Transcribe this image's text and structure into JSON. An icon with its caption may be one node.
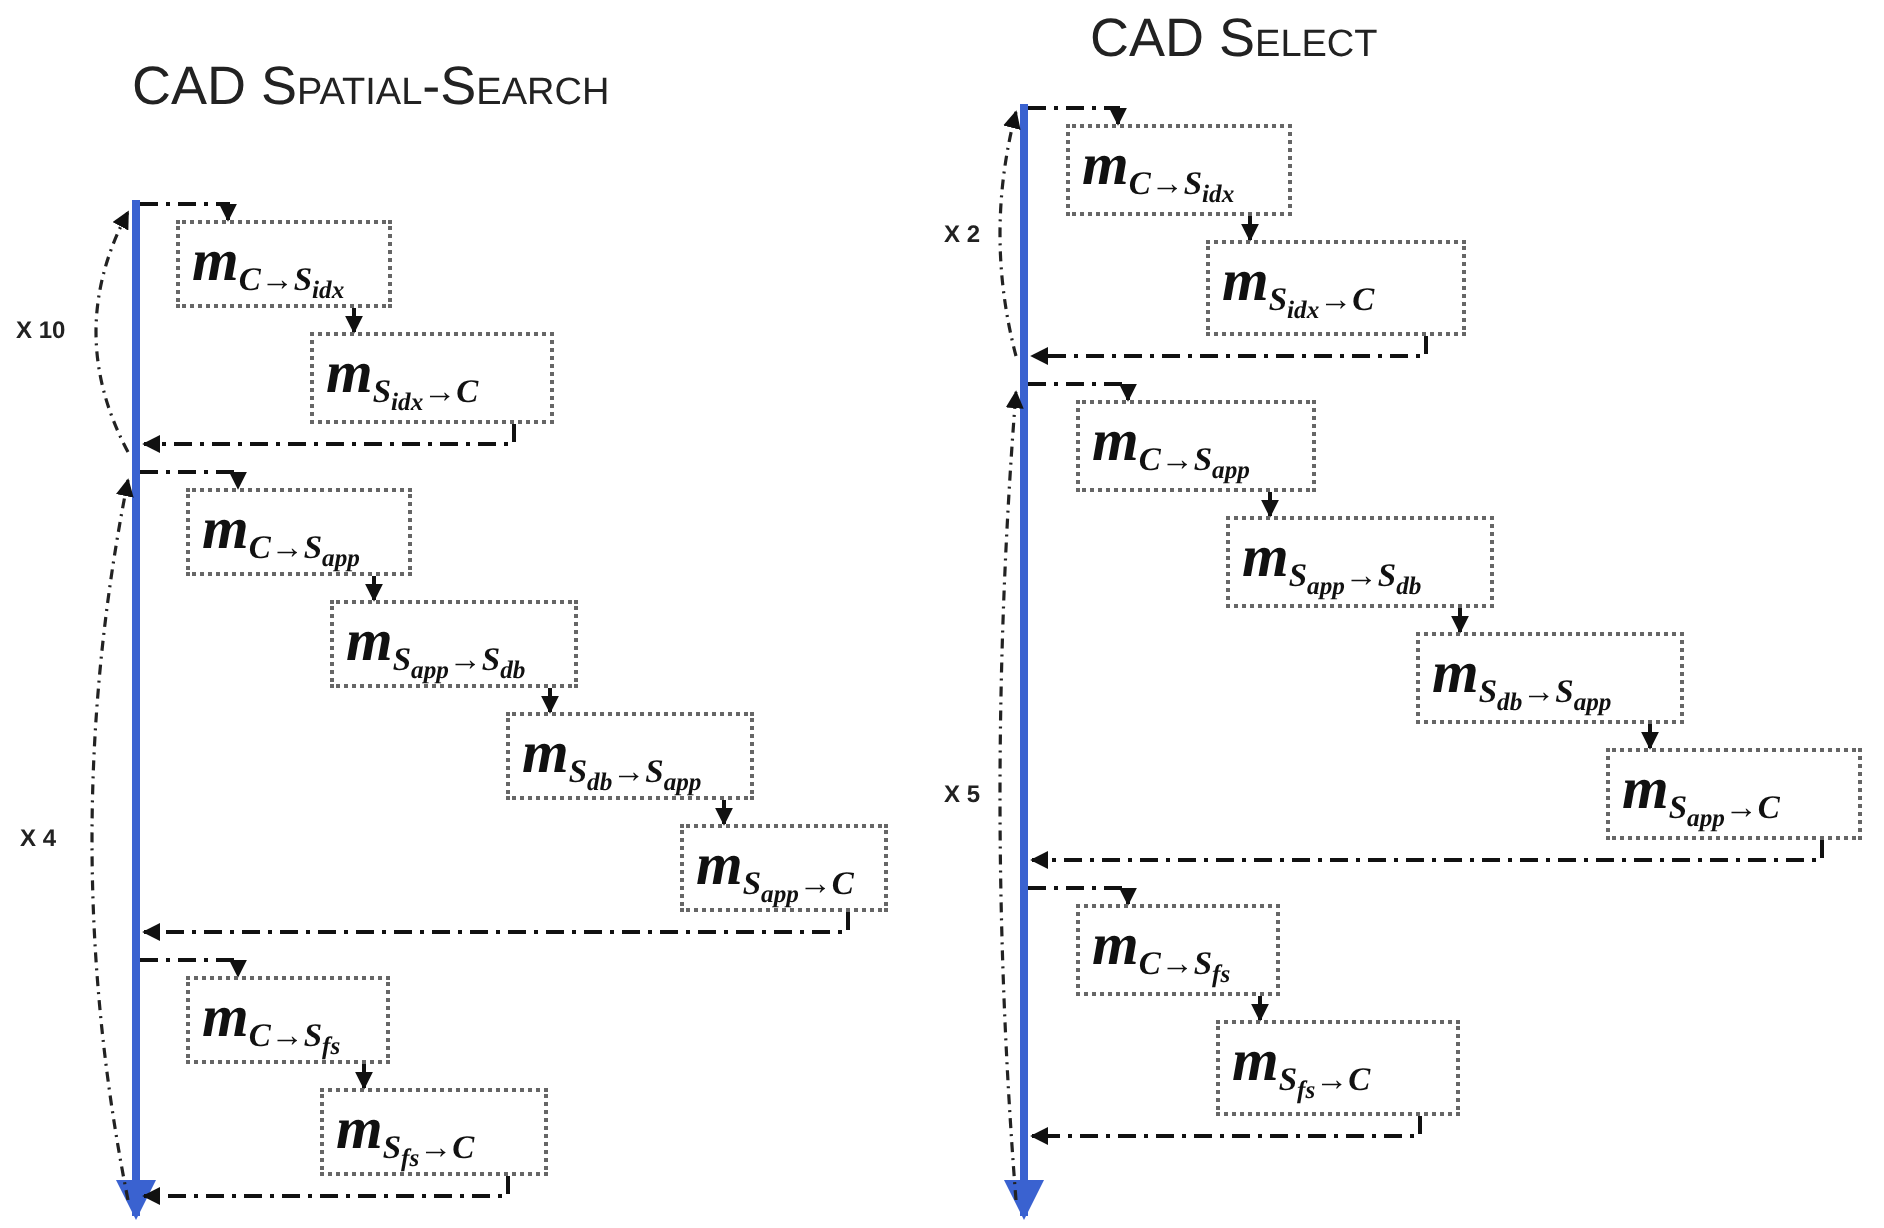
{
  "diagram": {
    "nodes": [
      {
        "text": [
          "m$_{C→S}$$_{idx}$"
        ]
      },
      {
        "text": [
          "m$_{S}$$_{idx}$$_{→C}$"
        ]
      },
      {
        "text": [
          "m$_{C→S}$$_{app}$"
        ]
      },
      {
        "text": [
          "m$_{S}$$_{app}$$_{→S}$$_{db}$"
        ]
      },
      {
        "text": [
          "m$_{S}$$_{db}$$_{→S}$$_{app}$"
        ]
      },
      {
        "text": [
          "m$_{S}$$_{app}$$_{→C}$"
        ]
      },
      {
        "text": [
          "m$_{C→S}$$_{fs}$"
        ]
      },
      {
        "text": [
          "m$_{S}$$_{fs}$$_{→C}$"
        ]
      },
      {
        "text": [
          "m$_{C→S}$$_{idx}$"
        ]
      },
      {
        "text": [
          "m$_{S}$$_{idx}$$_{→C}$"
        ]
      },
      {
        "text": [
          "m$_{C→S}$$_{app}$"
        ]
      },
      {
        "text": [
          "m$_{S}$$_{app}$$_{→S}$$_{db}$"
        ]
      },
      {
        "text": [
          "m$_{S}$$_{db}$$_{→S}$$_{app}$"
        ]
      },
      {
        "text": [
          "m$_{S}$$_{app}$$_{→C}$"
        ]
      },
      {
        "text": [
          "m$_{C→S}$$_{fs}$"
        ]
      },
      {
        "text": [
          "m$_{S}$$_{fs}$$_{→C}$"
        ]
      }
    ],
    "edges": [
      {
        "from": null,
        "to": 0,
        "arrow": "to",
        "style": "dashed"
      },
      {
        "from": 0,
        "to": 1,
        "arrow": "to"
      },
      {
        "from": 1,
        "to": null,
        "arrow": "to",
        "style": "dashed"
      },
      {
        "from": null,
        "to": 2,
        "arrow": "to",
        "style": "dashed"
      },
      {
        "from": 2,
        "to": 3,
        "arrow": "to"
      },
      {
        "from": 3,
        "to": 4,
        "arrow": "to"
      },
      {
        "from": 4,
        "to": 5,
        "arrow": "to"
      },
      {
        "from": 5,
        "to": null,
        "arrow": "to",
        "style": "dashed"
      },
      {
        "from": null,
        "to": 6,
        "arrow": "to",
        "style": "dashed"
      },
      {
        "from": 6,
        "to": 7,
        "arrow": "to"
      },
      {
        "from": 7,
        "to": null,
        "arrow": "to",
        "style": "dashed"
      },
      {
        "from": null,
        "to": 8,
        "arrow": "to",
        "style": "dashed"
      },
      {
        "from": 8,
        "to": 9,
        "arrow": "to"
      },
      {
        "from": 9,
        "to": null,
        "arrow": "to",
        "style": "dashed"
      },
      {
        "from": null,
        "to": 10,
        "arrow": "to",
        "style": "dashed"
      },
      {
        "from": 10,
        "to": 11,
        "arrow": "to"
      },
      {
        "from": 11,
        "to": 12,
        "arrow": "to"
      },
      {
        "from": 12,
        "to": 13,
        "arrow": "to"
      },
      {
        "from": 13,
        "to": null,
        "arrow": "to",
        "style": "dashed"
      },
      {
        "from": null,
        "to": 14,
        "arrow": "to",
        "style": "dashed"
      },
      {
        "from": 14,
        "to": 15,
        "arrow": "to"
      },
      {
        "from": 15,
        "to": null,
        "arrow": "to",
        "style": "dashed"
      }
    ],
    "labels": [
      "CAD Spatial-Search",
      "X 10",
      "X 4",
      "CAD Select",
      "X 2",
      "X 5"
    ]
  }
}
